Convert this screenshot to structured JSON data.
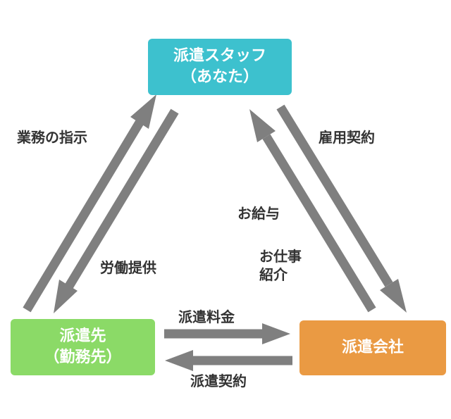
{
  "colors": {
    "staff": "#3DC1CE",
    "client": "#8BDA67",
    "agency": "#EA9A43",
    "arrow": "#7F7F7F",
    "text": "#333333"
  },
  "nodes": {
    "staff": {
      "line1": "派遣スタッフ",
      "line2": "（あなた）"
    },
    "client": {
      "line1": "派遣先",
      "line2": "（勤務先）"
    },
    "agency": {
      "line1": "派遣会社"
    }
  },
  "edges": {
    "work_instructions": "業務の指示",
    "labor": "労働提供",
    "employment_contract": "雇用契約",
    "salary": "お給与",
    "job_intro_line1": "お仕事",
    "job_intro_line2": "紹介",
    "dispatch_fee": "派遣料金",
    "dispatch_contract": "派遣契約"
  }
}
